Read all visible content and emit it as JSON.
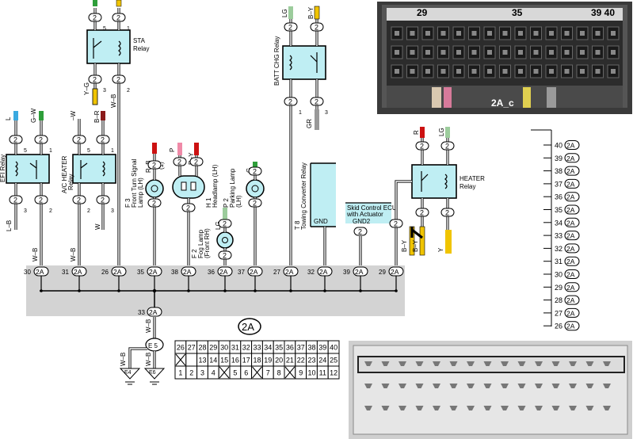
{
  "colors": {
    "relay_fill": "#bfeef3",
    "ground_bus": "#d3d3d3",
    "L": "#3aa9e0",
    "G": "#2e9e3a",
    "LG": "#9ccc9c",
    "B": "#111111",
    "R": "#cc1111",
    "P": "#f08aa8",
    "Y": "#f0c400",
    "GR": "#999999",
    "W": "#ffffff"
  },
  "relays": {
    "sta": "STA\nRelay",
    "batt_chg": "BATT CHG Relay",
    "efi": "EFI Relay",
    "ac_heater": "A/C HEATER\nRelay",
    "heater": "HEATER\nRelay"
  },
  "components": {
    "front_turn": [
      "F 3",
      "Front Turn Signal",
      "Lamp (LH)"
    ],
    "headlamp": [
      "H 1",
      "Headlamp (LH)"
    ],
    "parking": [
      "P 2",
      "Parking Lamp",
      "(LH)"
    ],
    "fog": [
      "F 2",
      "Fog Lamp",
      "(Front RH)"
    ],
    "towing": [
      "T 8",
      "Towing Converter Relay"
    ],
    "towing_gnd": "GND",
    "skid": [
      "Skid Control ECU",
      "with Actuator"
    ],
    "skid_gnd": "GND2"
  },
  "wires": {
    "top_lg": "LG",
    "top_by": "B–Y",
    "sta_yg": "Y–G",
    "sta_wb": "W–B",
    "batt_gr": "GR",
    "efi_l": "L",
    "efi_gw": "G–W",
    "efi_lb": "L–B",
    "efi_wb": "W–B",
    "ac_w": "–W",
    "ac_br": "B–R",
    "ac_wb": "W–B",
    "ac_w2": "W",
    "ft_rb": "R–B",
    "ft_1": "(1)",
    "hl_p": "P",
    "hl_ry": "R–Y",
    "pk_g": "G",
    "fog_lg": "LG",
    "ht_r": "R",
    "ht_lg": "LG",
    "ht_by": "B–Y",
    "ht_by2": "B–Y",
    "ht_y": "Y",
    "gnd_wb1": "W–B",
    "gnd_wb2": "W–B",
    "gnd_wb3": "W–B"
  },
  "pin_labels": {
    "a": "2",
    "b": "5",
    "c": "3",
    "d": "1",
    "e": "4",
    "f": "6"
  },
  "junction": "2A",
  "bus_pins": [
    "30",
    "31",
    "26",
    "35",
    "38",
    "36",
    "37",
    "27",
    "32",
    "39",
    "29"
  ],
  "ground_pin": "33",
  "ground_points": {
    "e5": "E 5",
    "e4": "E4",
    "e6": "E6"
  },
  "photo_top": {
    "labels": [
      "29",
      "35",
      "39 40"
    ],
    "caption": "2A_c"
  },
  "connector_table": {
    "title": "2A",
    "row1": [
      "26",
      "27",
      "28",
      "29",
      "30",
      "31",
      "32",
      "33",
      "34",
      "35",
      "36",
      "37",
      "38",
      "39",
      "40"
    ],
    "row2": [
      "X",
      "",
      "13",
      "14",
      "15",
      "16",
      "17",
      "18",
      "19",
      "20",
      "21",
      "22",
      "23",
      "24",
      "25"
    ],
    "row3": [
      "1",
      "2",
      "3",
      "4",
      "X",
      "5",
      "6",
      "X",
      "7",
      "8",
      "X",
      "9",
      "10",
      "11",
      "12"
    ]
  },
  "pin_list": [
    "40",
    "39",
    "38",
    "37",
    "36",
    "35",
    "34",
    "33",
    "32",
    "31",
    "30",
    "29",
    "28",
    "27",
    "26"
  ]
}
